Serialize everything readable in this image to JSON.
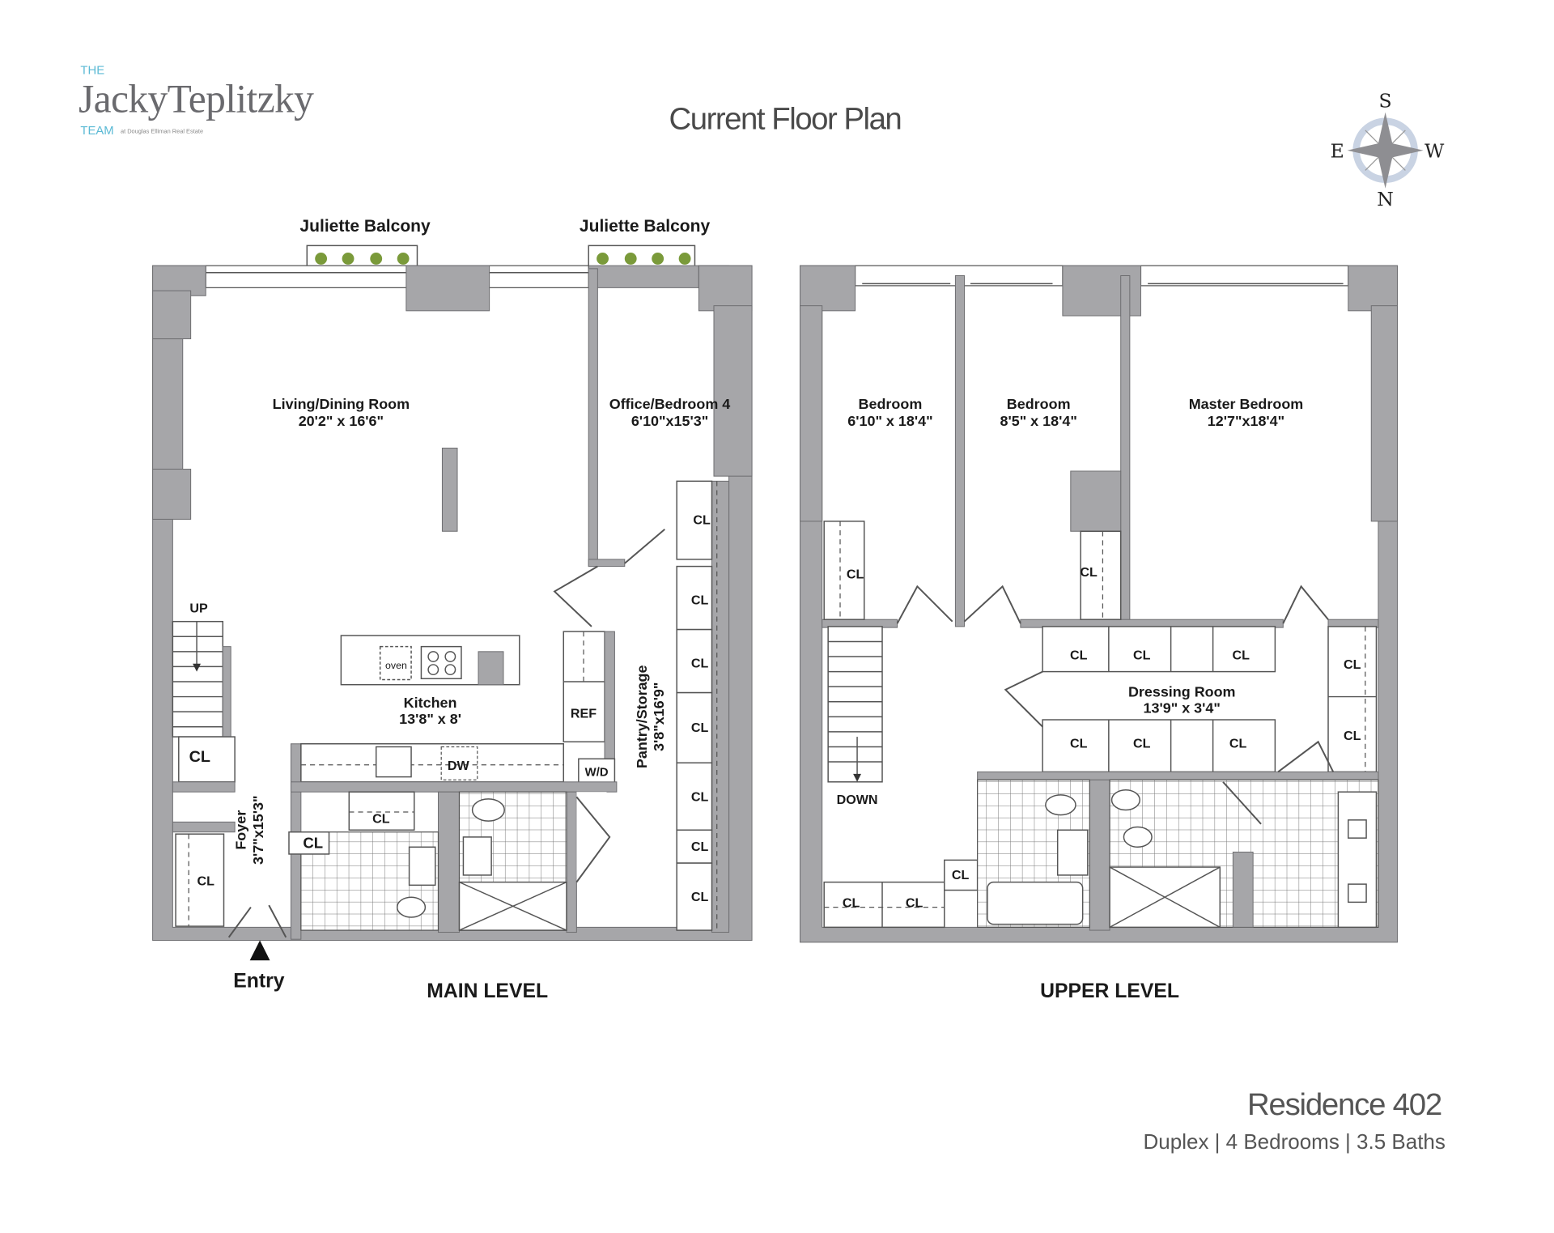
{
  "logo": {
    "the": "THE",
    "name": "JackyTeplitzky",
    "team": "TEAM",
    "sub": "at Douglas Elliman Real Estate"
  },
  "title": "Current Floor Plan",
  "compass": {
    "s": "S",
    "e": "E",
    "w": "W",
    "n": "N"
  },
  "closet_label": "CL",
  "main_level": {
    "label": "MAIN LEVEL",
    "balconies": [
      "Juliette Balcony",
      "Juliette Balcony"
    ],
    "entry": "Entry",
    "up": "UP",
    "rooms": {
      "living": {
        "name": "Living/Dining Room",
        "dims": "20'2\" x 16'6\""
      },
      "office": {
        "name": "Office/Bedroom 4",
        "dims": "6'10\"x15'3\""
      },
      "kitchen": {
        "name": "Kitchen",
        "dims": "13'8\" x 8'"
      },
      "pantry": {
        "name": "Pantry/Storage",
        "dims": "3'8\"x16'9\""
      },
      "foyer": {
        "name": "Foyer",
        "dims": "3'7\"x15'3\""
      }
    },
    "fixtures": {
      "oven": "oven",
      "ref": "REF",
      "dw": "DW",
      "wd": "W/D"
    }
  },
  "upper_level": {
    "label": "UPPER LEVEL",
    "down": "DOWN",
    "rooms": {
      "bedroom1": {
        "name": "Bedroom",
        "dims": "6'10\" x 18'4\""
      },
      "bedroom2": {
        "name": "Bedroom",
        "dims": "8'5\" x 18'4\""
      },
      "master": {
        "name": "Master Bedroom",
        "dims": "12'7\"x18'4\""
      },
      "dressing": {
        "name": "Dressing Room",
        "dims": "13'9\" x 3'4\""
      }
    }
  },
  "footer": {
    "residence": "Residence 402",
    "details": "Duplex | 4 Bedrooms | 3.5 Baths"
  },
  "colors": {
    "wall": "#a6a6a9",
    "logo_accent": "#5bbad5",
    "balcony_plant": "#7a9a3a",
    "compass_ring": "#c9d3e3"
  }
}
